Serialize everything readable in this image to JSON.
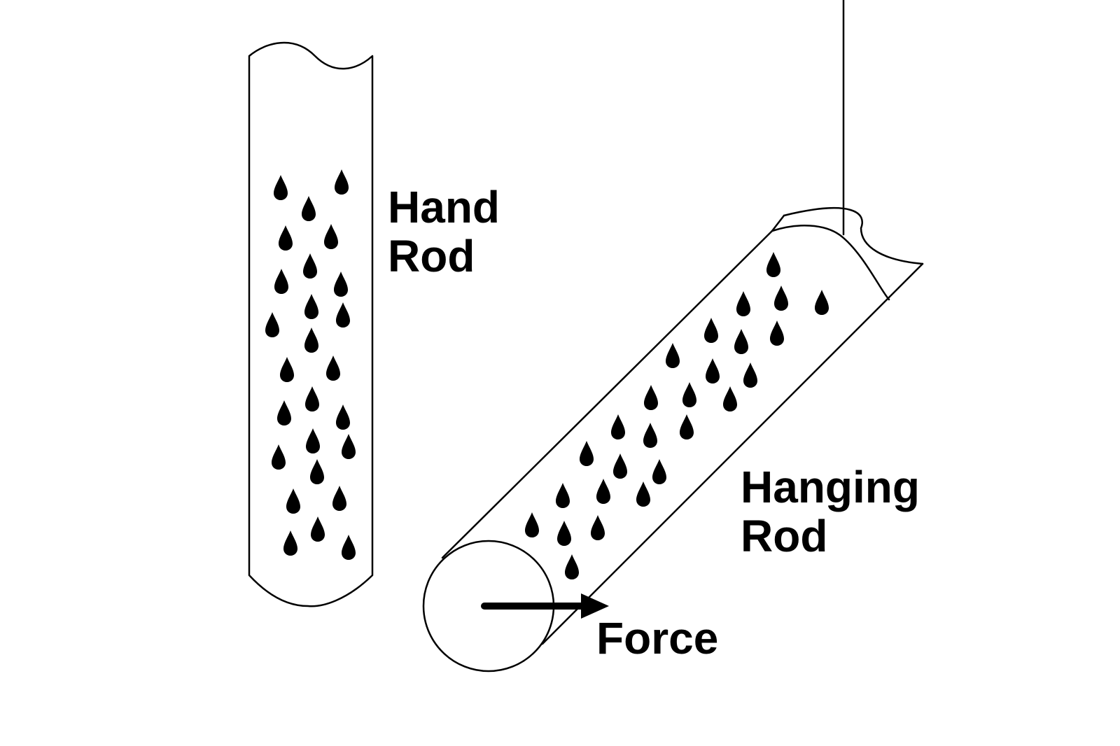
{
  "labels": {
    "hand_rod_line1": "Hand",
    "hand_rod_line2": "Rod",
    "hanging_rod_line1": "Hanging",
    "hanging_rod_line2": "Rod",
    "force": "Force"
  },
  "colors": {
    "ink": "#000000",
    "background": "#ffffff"
  },
  "icons": {
    "drop": "water-drop-icon",
    "arrow": "force-arrow-icon"
  }
}
